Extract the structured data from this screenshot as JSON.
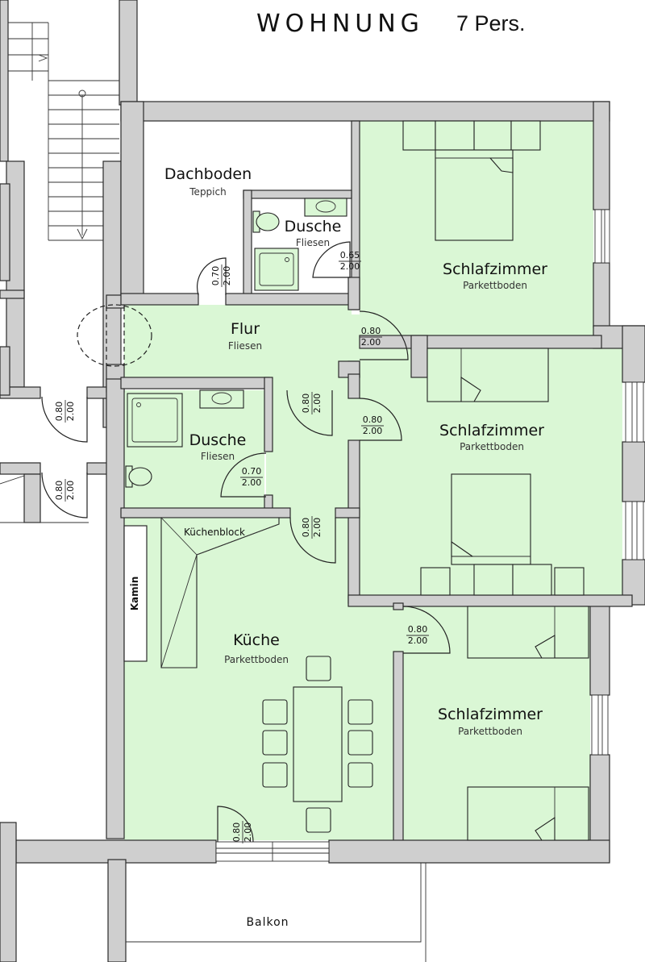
{
  "title": "WOHNUNG",
  "persons": "7 Pers.",
  "colors": {
    "room_fill": "#daf7d5",
    "wall_fill": "#cfcfcf",
    "line": "#222222"
  },
  "rooms": {
    "dachboden": {
      "name": "Dachboden",
      "floor": "Teppich"
    },
    "dusche_top": {
      "name": "Dusche",
      "floor": "Fliesen"
    },
    "schlafzimmer_1": {
      "name": "Schlafzimmer",
      "floor": "Parkettboden"
    },
    "flur": {
      "name": "Flur",
      "floor": "Fliesen"
    },
    "dusche_mid": {
      "name": "Dusche",
      "floor": "Fliesen"
    },
    "schlafzimmer_2": {
      "name": "Schlafzimmer",
      "floor": "Parkettboden"
    },
    "kueche": {
      "name": "Küche",
      "floor": "Parkettboden"
    },
    "schlafzimmer_3": {
      "name": "Schlafzimmer",
      "floor": "Parkettboden"
    },
    "balkon": {
      "name": "Balkon"
    }
  },
  "labels": {
    "kuechenblock": "Küchenblock",
    "kamin": "Kamin"
  },
  "doors": {
    "d_dusche_top": {
      "w": "0.65",
      "h": "2.00"
    },
    "d_dachboden": {
      "w": "0.70",
      "h": "2.00"
    },
    "d_flur_sz1": {
      "w": "0.80",
      "h": "2.00"
    },
    "d_stair_1": {
      "w": "0.80",
      "h": "2.00"
    },
    "d_stair_2": {
      "w": "0.80",
      "h": "2.00"
    },
    "d_corr_v1": {
      "w": "0.80",
      "h": "2.00"
    },
    "d_sz2": {
      "w": "0.80",
      "h": "2.00"
    },
    "d_dusche_mid": {
      "w": "0.70",
      "h": "2.00"
    },
    "d_kueche": {
      "w": "0.80",
      "h": "2.00"
    },
    "d_sz3": {
      "w": "0.80",
      "h": "2.00"
    },
    "d_balkon": {
      "w": "0.80",
      "h": "2.00"
    }
  }
}
